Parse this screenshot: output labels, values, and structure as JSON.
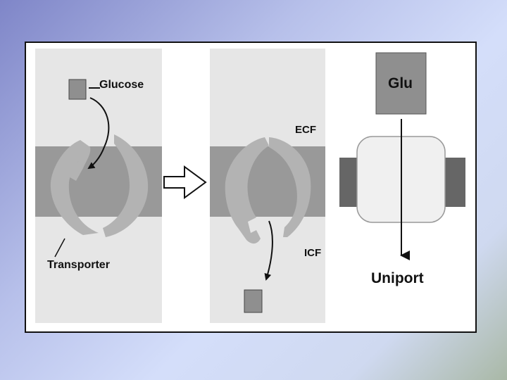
{
  "labels": {
    "glucose": "Glucose",
    "transporter": "Transporter",
    "ecf": "ECF",
    "icf": "ICF",
    "glu": "Glu",
    "uniport": "Uniport"
  },
  "colors": {
    "panel_bg": "#e6e6e6",
    "membrane": "#999999",
    "transporter_protein": "#b3b3b3",
    "molecule": "#8f8f8f",
    "uniport_body": "#f0f0f0",
    "uniport_flank": "#666666"
  }
}
